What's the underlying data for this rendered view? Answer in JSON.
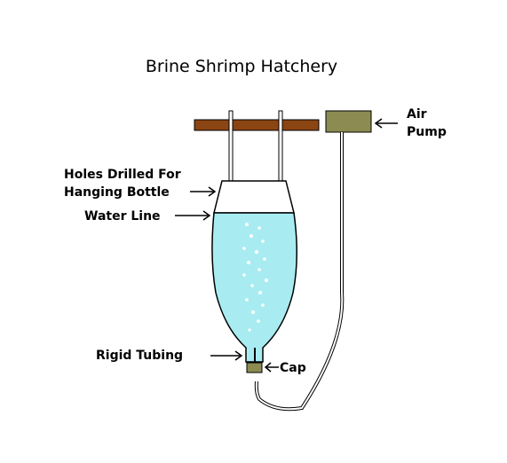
{
  "title": "Brine Shrimp Hatchery",
  "labels": {
    "air_pump_line1": "Air",
    "air_pump_line2": "Pump",
    "holes_line1": "Holes Drilled For",
    "holes_line2": "Hanging Bottle",
    "water_line": "Water Line",
    "rigid_tubing": "Rigid Tubing",
    "cap": "Cap"
  },
  "colors": {
    "rod": "#8b4513",
    "pump": "#8b8b52",
    "cap": "#8b8b52",
    "water": "#a8ecf2",
    "outline": "#000000",
    "bubble": "#ffffff"
  }
}
